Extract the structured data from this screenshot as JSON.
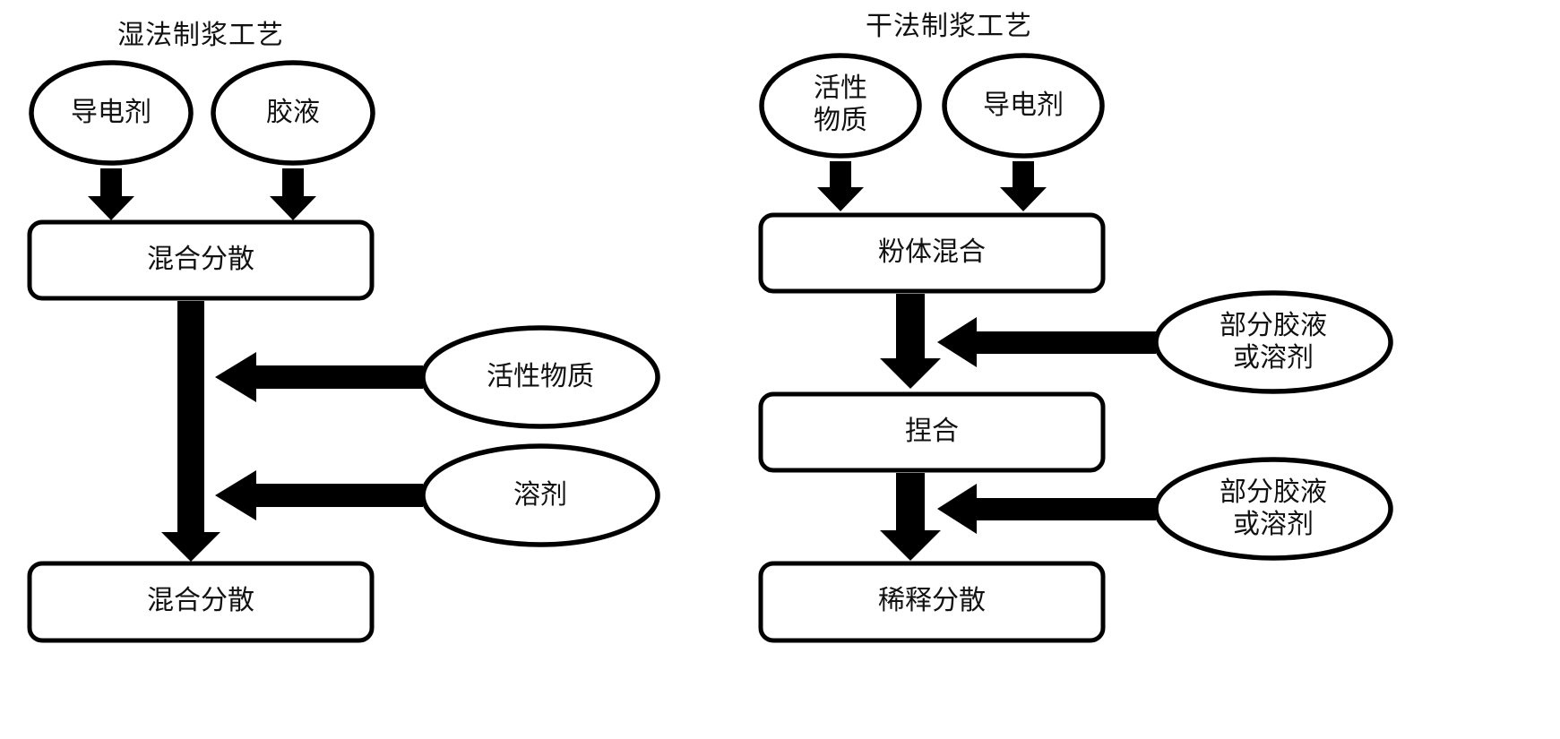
{
  "diagram": {
    "type": "flowchart",
    "background_color": "#ffffff",
    "stroke_color": "#000000",
    "text_color": "#111111",
    "panels": [
      {
        "id": "wet-process",
        "title": "湿法制浆工艺",
        "nodes": {
          "input_left": "导电剂",
          "input_right": "胶液",
          "step_1": "混合分散",
          "side_input_1": "活性物质",
          "side_input_2": "溶剂",
          "step_2": "混合分散"
        }
      },
      {
        "id": "dry-process",
        "title": "干法制浆工艺",
        "nodes": {
          "input_left_line1": "活性",
          "input_left_line2": "物质",
          "input_right": "导电剂",
          "step_1": "粉体混合",
          "side_input_1_line1": "部分胶液",
          "side_input_1_line2": "或溶剂",
          "step_2": "捏合",
          "side_input_2_line1": "部分胶液",
          "side_input_2_line2": "或溶剂",
          "step_3": "稀释分散"
        }
      }
    ]
  }
}
